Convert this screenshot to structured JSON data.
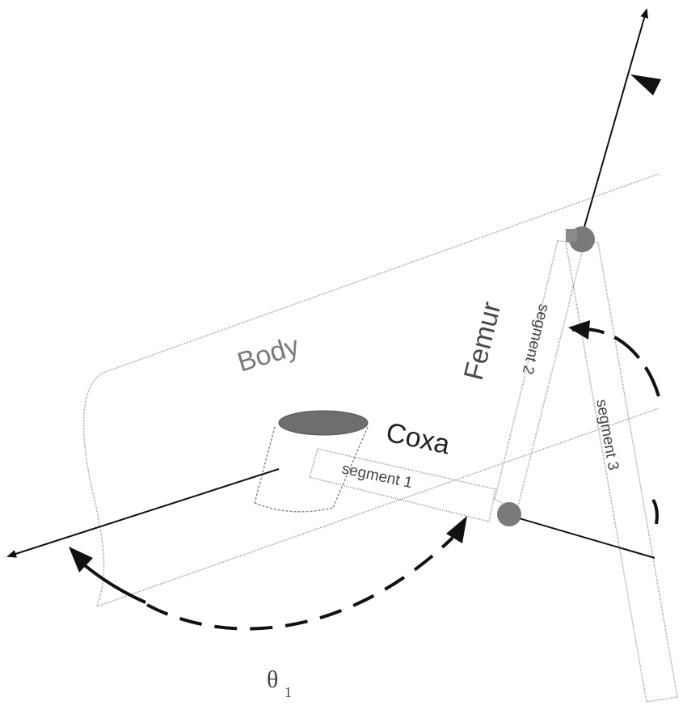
{
  "labels": {
    "body": "Body",
    "coxa": "Coxa",
    "femur": "Femur",
    "segment1": "segment 1",
    "segment2": "segment 2",
    "segment3": "segment 3",
    "theta": "θ",
    "theta_sub": "1"
  },
  "colors": {
    "line": "#111111",
    "outline": "#8a8a8a",
    "joint": "#7a7a7a",
    "coxa_top": "#6e6e6e"
  }
}
